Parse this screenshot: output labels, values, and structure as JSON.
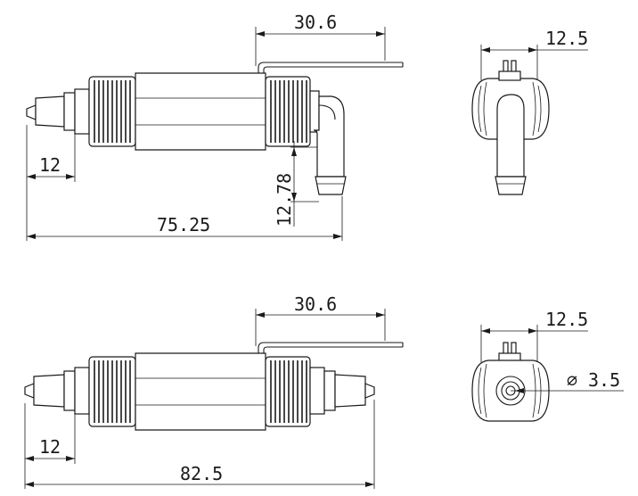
{
  "view_top": {
    "dim_lead_length": "30.6",
    "dim_outlet_offset": "12.78",
    "dim_inlet_length": "12",
    "dim_overall_length": "75.25"
  },
  "view_top_side": {
    "dim_width": "12.5"
  },
  "view_bottom": {
    "dim_lead_length": "30.6",
    "dim_inlet_length": "12",
    "dim_overall_length": "82.5"
  },
  "view_bottom_side": {
    "dim_width": "12.5",
    "dim_bore": "3.5",
    "diameter_symbol": "∅"
  }
}
